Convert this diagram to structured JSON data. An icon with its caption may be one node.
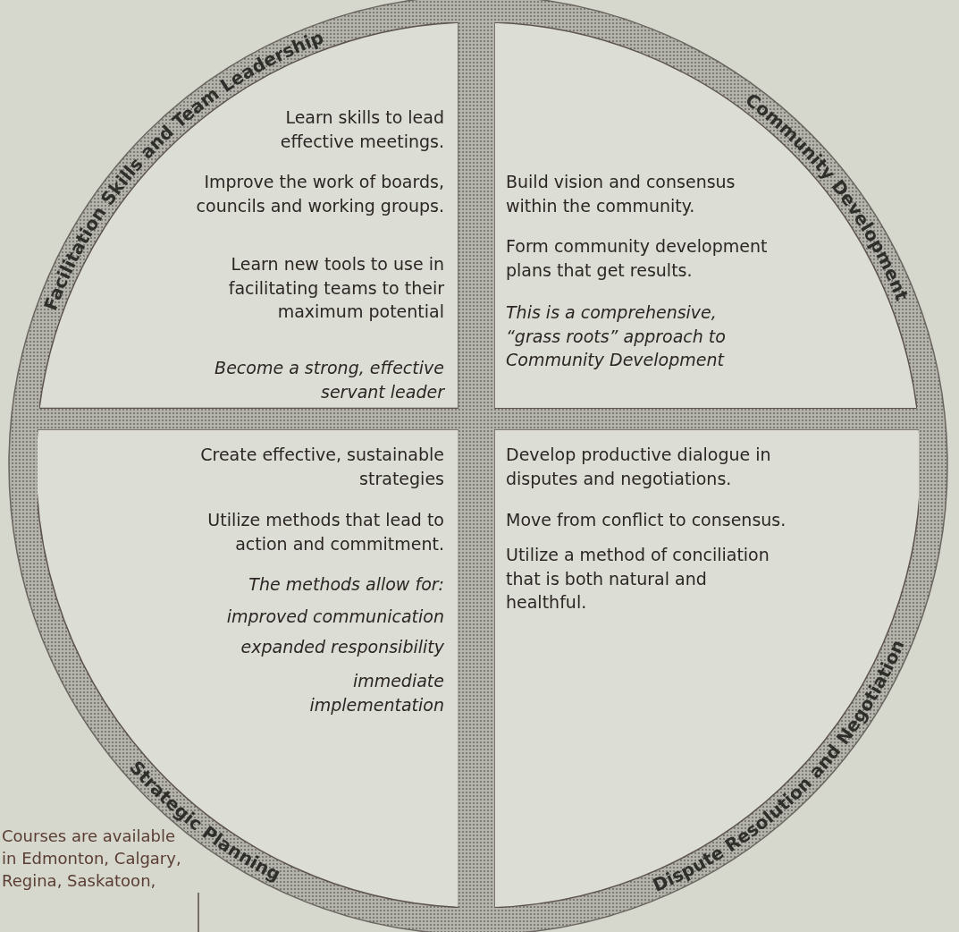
{
  "diagram": {
    "nodes": [
      {
        "text": [
          "Facilitation Skills and Team Leadership",
          "Learn skills to lead effective meetings.",
          "Improve the work of boards, councils and working groups.",
          "Learn new tools to use in facilitating teams to their maximum potential",
          "Become a strong, effective servant leader"
        ]
      },
      {
        "text": [
          "Community Development",
          "Build vision and consensus within the community.",
          "Form community development plans that get results.",
          "This is a comprehensive, “grass roots” approach to Community Development"
        ]
      },
      {
        "text": [
          "Strategic Planning",
          "Create effective, sustainable strategies",
          "Utilize methods that lead to action and commitment.",
          "The methods allow for:",
          "improved communication",
          "expanded responsibility",
          "immediate implementation"
        ]
      },
      {
        "text": [
          "Dispute Resolution and Negotiation",
          "Develop productive dialogue in disputes and negotiations.",
          "Move from conflict to consensus.",
          "Utilize a method of conciliation that is both natural and healthful."
        ]
      }
    ],
    "labels": [
      "Courses are available in Edmonton, Calgary, Regina, Saskatoon,"
    ]
  }
}
